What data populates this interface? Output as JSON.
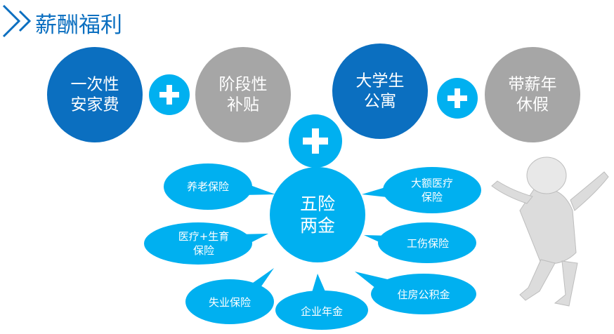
{
  "header": {
    "title": "薪酬福利",
    "icon": "double-chevron-right-icon"
  },
  "colors": {
    "dark_blue": "#0b6fc0",
    "light_blue": "#00b0f0",
    "gray": "#a6a6a6",
    "title": "#0b6fc0"
  },
  "top_items": [
    {
      "line1": "一次性",
      "line2": "安家费"
    },
    {
      "line1": "阶段性",
      "line2": "补贴"
    },
    {
      "line1": "大学生",
      "line2": "公寓"
    },
    {
      "line1": "带薪年",
      "line2": "休假"
    }
  ],
  "center": {
    "line1": "五险",
    "line2": "两金"
  },
  "bubbles": [
    {
      "line1": "养老保险"
    },
    {
      "line1": "大额医疗",
      "line2": "保险"
    },
    {
      "line1": "医疗+生育",
      "line2": "保险"
    },
    {
      "line1": "工伤保险"
    },
    {
      "line1": "失业保险"
    },
    {
      "line1": "企业年金"
    },
    {
      "line1": "住房公积金"
    }
  ]
}
